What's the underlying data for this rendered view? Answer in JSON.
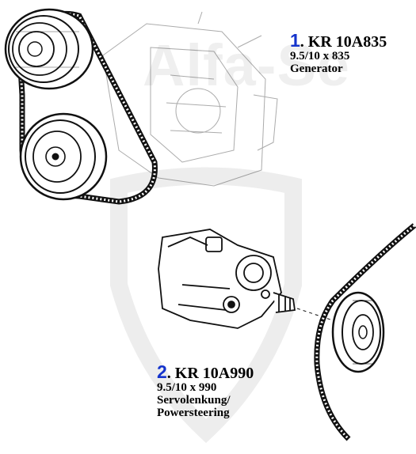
{
  "watermark": {
    "text": "Alfa-Se"
  },
  "parts": [
    {
      "number": "1",
      "separator": ". ",
      "part_no": "KR 10A835",
      "size": "9.5/10 x 835",
      "desc": [
        "Generator"
      ]
    },
    {
      "number": "2",
      "separator": ". ",
      "part_no": "KR 10A990",
      "size": "9.5/10 x 990",
      "desc": [
        "Servolenkung/",
        "Powersteering"
      ]
    }
  ],
  "colors": {
    "number_accent": "#1433cc",
    "text": "#000000",
    "line_art": "#111111"
  },
  "icons": [
    "alternator-belt-drawing",
    "power-steering-pump-drawing",
    "shield-watermark"
  ]
}
